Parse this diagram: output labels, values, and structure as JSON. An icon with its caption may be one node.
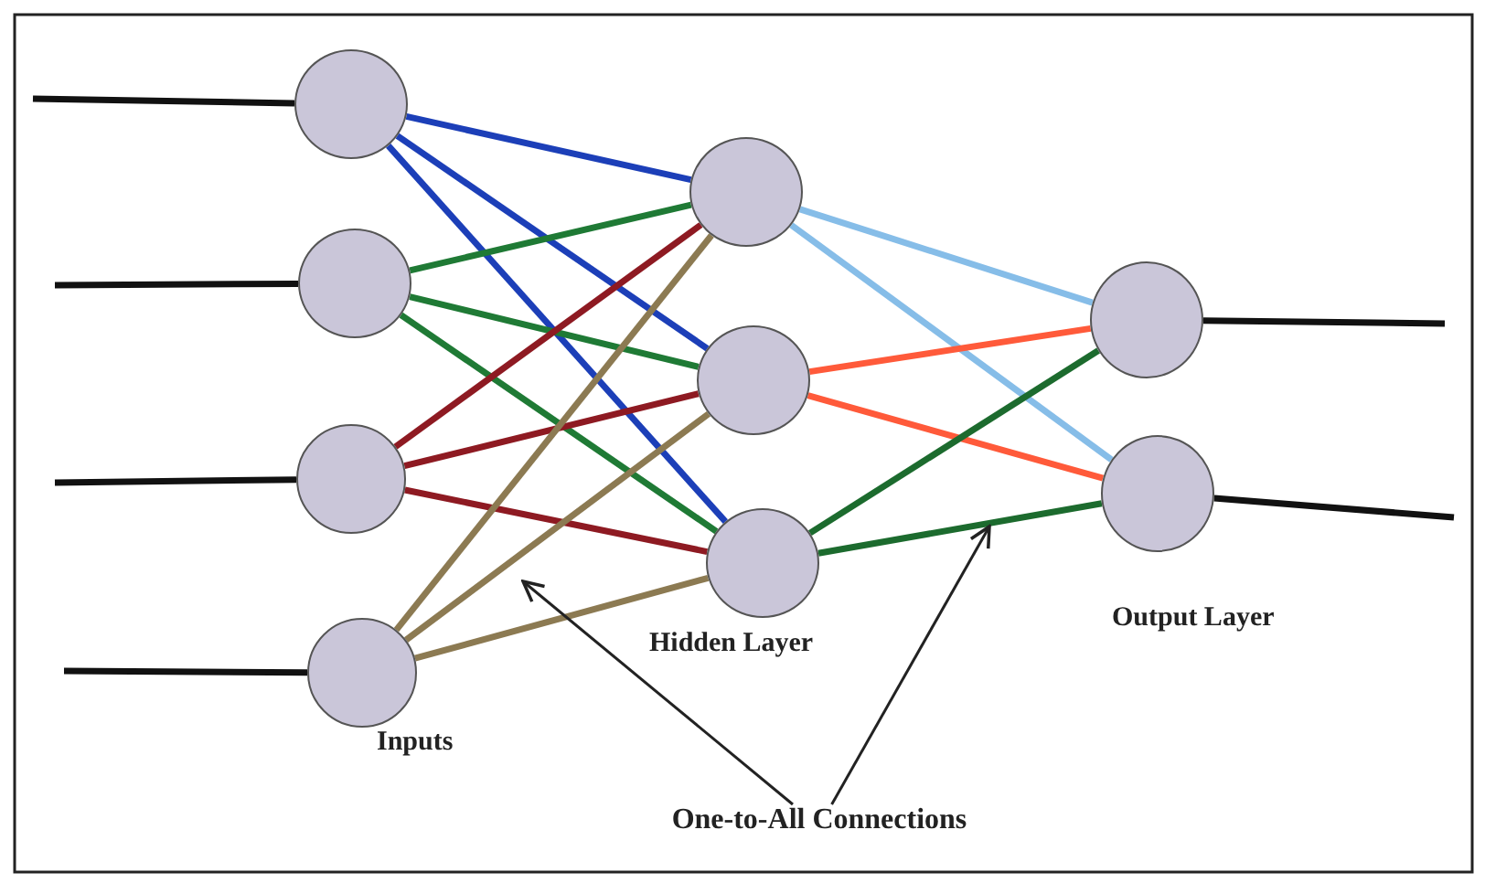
{
  "diagram": {
    "nodes": [
      {
        "text": [],
        "shape": "circle"
      },
      {
        "text": [],
        "shape": "circle"
      },
      {
        "text": [],
        "shape": "circle"
      },
      {
        "text": [],
        "shape": "circle"
      },
      {
        "text": [],
        "shape": "circle"
      },
      {
        "text": [],
        "shape": "circle"
      },
      {
        "text": [],
        "shape": "circle"
      },
      {
        "text": [],
        "shape": "circle"
      },
      {
        "text": [],
        "shape": "circle"
      },
      {
        "text": [
          "One-to-All Connections"
        ]
      }
    ],
    "edges": [
      {
        "from": null,
        "to": 0,
        "arrow": "none"
      },
      {
        "from": null,
        "to": 1,
        "arrow": "none"
      },
      {
        "from": null,
        "to": 2,
        "arrow": "none"
      },
      {
        "from": null,
        "to": 3,
        "arrow": "none"
      },
      {
        "from": 0,
        "to": 4,
        "arrow": "none",
        "color": "#1c3fb8"
      },
      {
        "from": 0,
        "to": 5,
        "arrow": "none",
        "color": "#1c3fb8"
      },
      {
        "from": 0,
        "to": 6,
        "arrow": "none",
        "color": "#1c3fb8"
      },
      {
        "from": 1,
        "to": 4,
        "arrow": "none",
        "color": "#1f7a35"
      },
      {
        "from": 1,
        "to": 5,
        "arrow": "none",
        "color": "#1f7a35"
      },
      {
        "from": 1,
        "to": 6,
        "arrow": "none",
        "color": "#1f7a35"
      },
      {
        "from": 2,
        "to": 4,
        "arrow": "none",
        "color": "#8e1a22"
      },
      {
        "from": 2,
        "to": 5,
        "arrow": "none",
        "color": "#8e1a22"
      },
      {
        "from": 2,
        "to": 6,
        "arrow": "none",
        "color": "#8e1a22"
      },
      {
        "from": 3,
        "to": 4,
        "arrow": "none",
        "color": "#8c7a52"
      },
      {
        "from": 3,
        "to": 5,
        "arrow": "none",
        "color": "#8c7a52"
      },
      {
        "from": 3,
        "to": 6,
        "arrow": "none",
        "color": "#8c7a52"
      },
      {
        "from": 4,
        "to": 7,
        "arrow": "none",
        "color": "#86bde8"
      },
      {
        "from": 4,
        "to": 8,
        "arrow": "none",
        "color": "#86bde8"
      },
      {
        "from": 5,
        "to": 7,
        "arrow": "none",
        "color": "#ff5a3a"
      },
      {
        "from": 5,
        "to": 8,
        "arrow": "none",
        "color": "#ff5a3a"
      },
      {
        "from": 6,
        "to": 7,
        "arrow": "none",
        "color": "#1c6b2e"
      },
      {
        "from": 6,
        "to": 8,
        "arrow": "none",
        "color": "#1c6b2e"
      },
      {
        "from": 7,
        "to": null,
        "arrow": "none"
      },
      {
        "from": 8,
        "to": null,
        "arrow": "none"
      },
      {
        "from": 9,
        "to": null,
        "arrow": "to"
      },
      {
        "from": 9,
        "to": null,
        "arrow": "to"
      }
    ],
    "labels": [
      "Inputs",
      "Hidden Layer",
      "Output Layer"
    ]
  }
}
